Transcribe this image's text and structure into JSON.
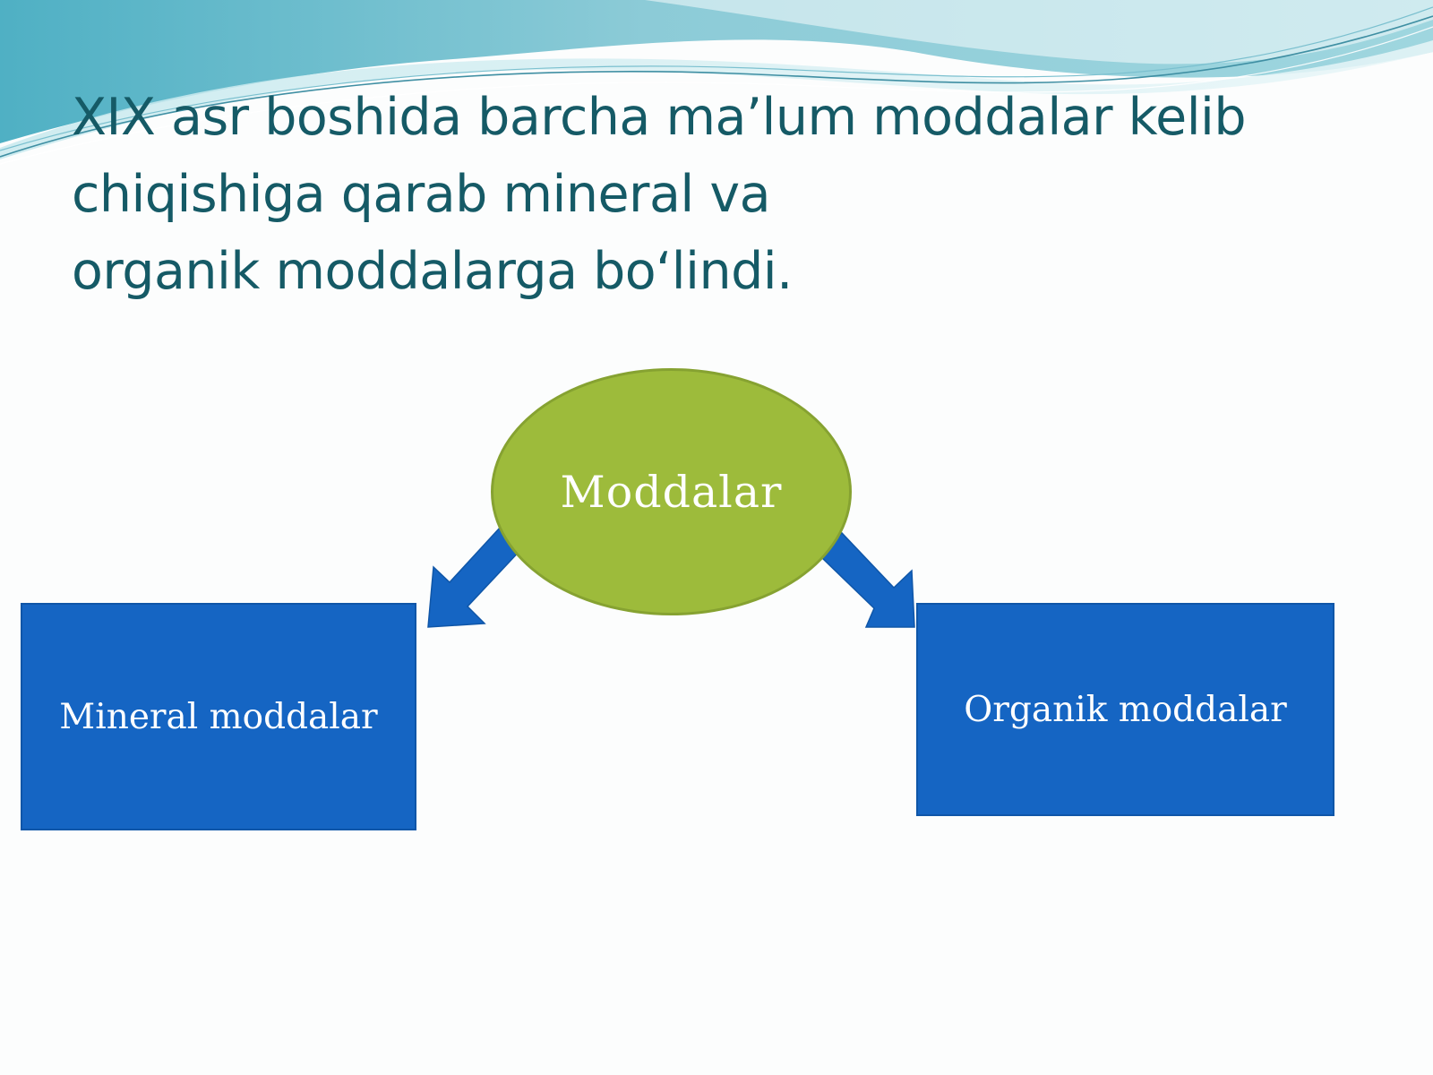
{
  "title_lines": [
    "XIX asr boshida barcha ma’lum moddalar kelib",
    "chiqishiga qarab mineral va",
    "organik moddalarga bo‘lindi."
  ],
  "diagram": {
    "root": "Moddalar",
    "left_child": "Mineral moddalar",
    "right_child": "Organik moddalar"
  },
  "colors": {
    "title_text": "#155a66",
    "ellipse_fill": "#9dbb3b",
    "box_fill": "#1565c3",
    "arrow_fill": "#1565c3",
    "wave_light": "#a6d9df",
    "wave_dark": "#5fb3c4"
  }
}
